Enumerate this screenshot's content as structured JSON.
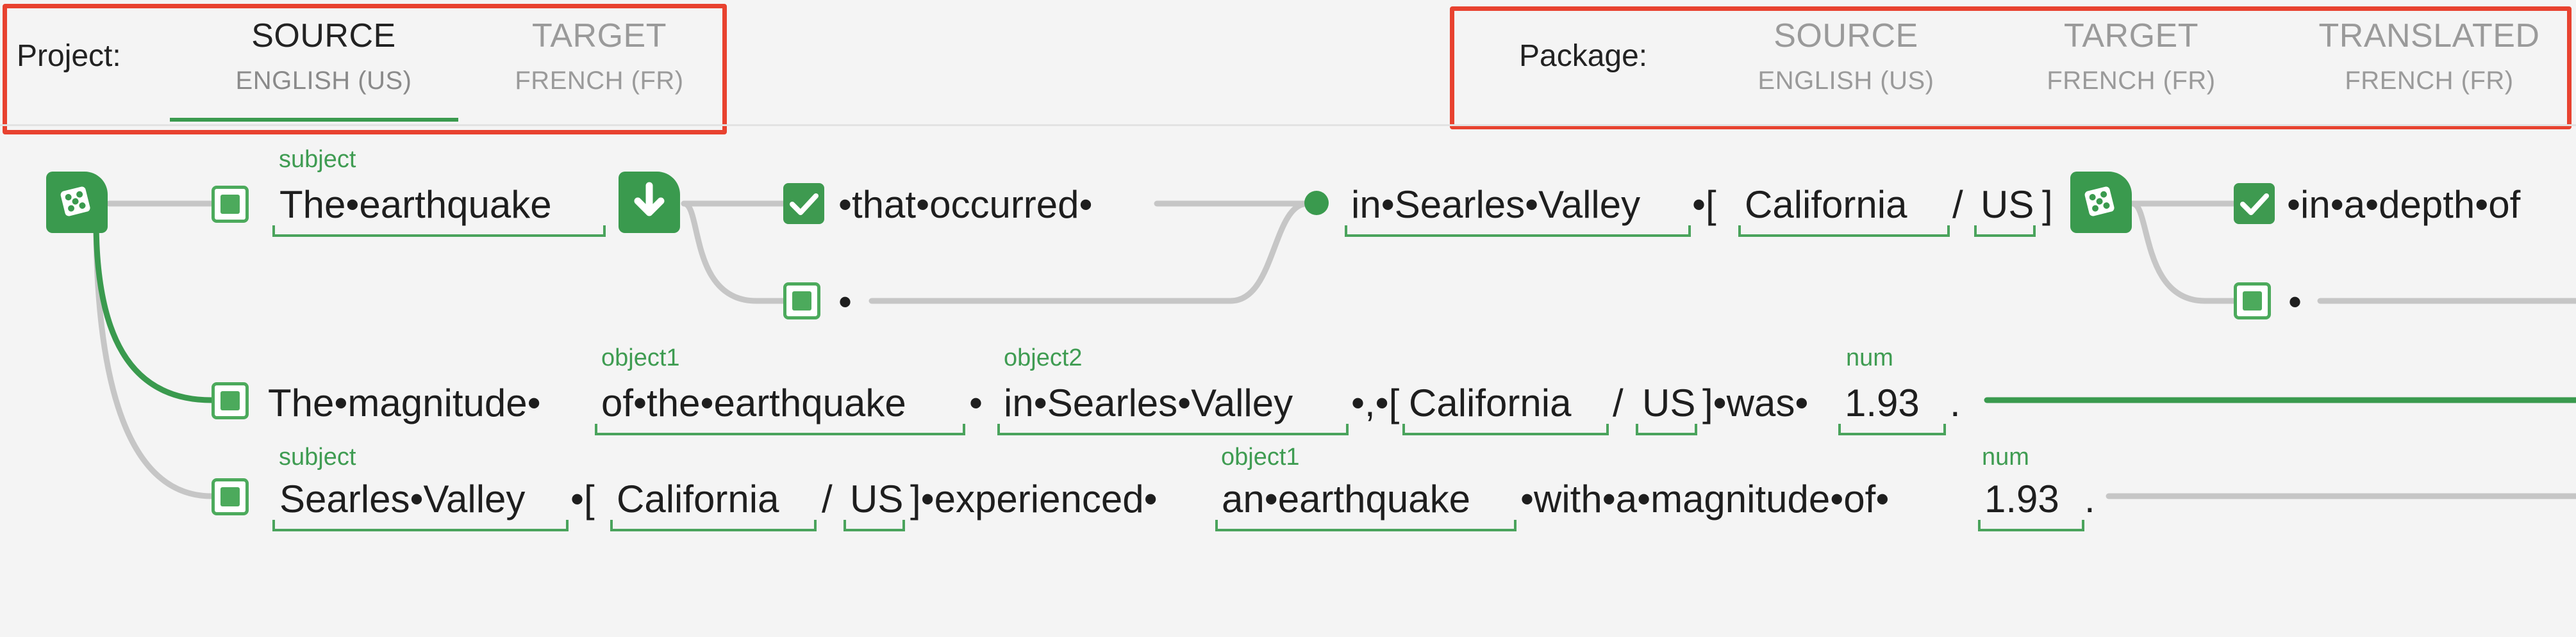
{
  "header": {
    "project_label": "Project:",
    "project_tabs": [
      {
        "title": "SOURCE",
        "sub": "ENGLISH (US)",
        "active": true
      },
      {
        "title": "TARGET",
        "sub": "FRENCH (FR)",
        "active": false
      }
    ],
    "package_label": "Package:",
    "package_tabs": [
      {
        "title": "SOURCE",
        "sub": "ENGLISH (US)"
      },
      {
        "title": "TARGET",
        "sub": "FRENCH (FR)"
      },
      {
        "title": "TRANSLATED",
        "sub": "FRENCH (FR)"
      }
    ]
  },
  "row1": {
    "role_subject": "subject",
    "the_earthquake": "The•earthquake",
    "that_occurred": "•that•occurred•",
    "bullet": "•",
    "in_searles_valley": "in•Searles•Valley",
    "bullet_lbracket": "•[",
    "california": "California",
    "slash": "/",
    "us": "US",
    "rbracket": "]",
    "in_a_depth_of": "•in•a•depth•of",
    "bullet2": "•"
  },
  "row2": {
    "role_object1": "object1",
    "role_object2": "object2",
    "role_num": "num",
    "the_magnitude": "The•magnitude•",
    "of_the_earthquake": "of•the•earthquake",
    "sep1": "•",
    "in_searles_valley": "in•Searles•Valley",
    "sep2": "•,•[",
    "california": "California",
    "slash": "/",
    "us": "US",
    "was": "]•was•",
    "num_value": "1.93",
    "period": "."
  },
  "row3": {
    "role_subject": "subject",
    "role_object1": "object1",
    "role_num": "num",
    "searles_valley": "Searles•Valley",
    "lbracket": "•[",
    "california": "California",
    "slash": "/",
    "us": "US",
    "experienced": "]•experienced•",
    "an_earthquake": "an•earthquake",
    "with": "•with•a•magnitude•of•",
    "num_value": "1.93",
    "period": "."
  },
  "colors": {
    "accent_green": "#3a9a4e",
    "highlight_red": "#e8422f",
    "link_grey": "#c6c6c6"
  },
  "icons": [
    "dice-icon",
    "arrow-down-icon",
    "checkmark-icon"
  ]
}
